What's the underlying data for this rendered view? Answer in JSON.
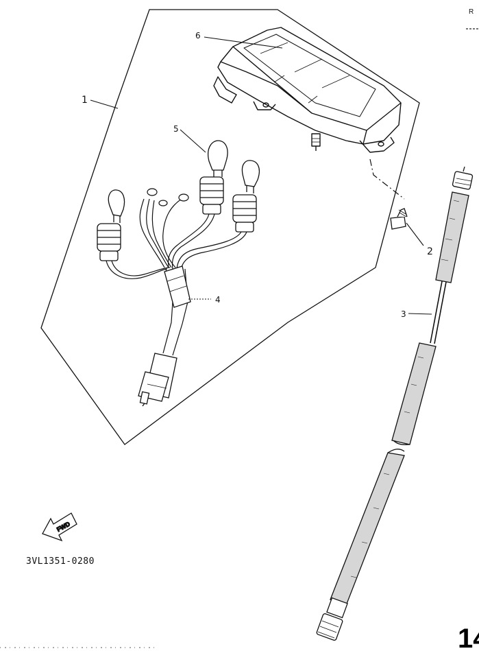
{
  "callouts": {
    "c1": "1",
    "c2": "2",
    "c3": "3",
    "c4": "4",
    "c5": "5",
    "c6": "6"
  },
  "corner_mark": "R",
  "fwd_label": "FWD",
  "drawing_code": "3VL1351-0280",
  "page_number": "14"
}
